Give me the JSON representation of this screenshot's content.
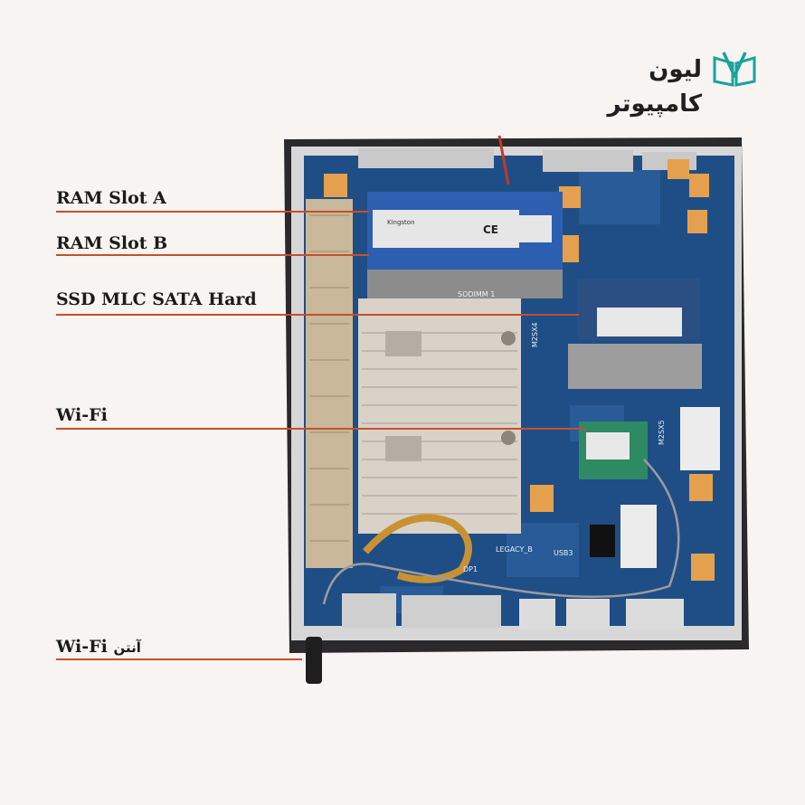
{
  "brand": {
    "name": "لیون کامپیوتر",
    "logo_icon": "book-v-logo-icon",
    "accent_color": "#1aa39a"
  },
  "callouts": [
    {
      "text": "RAM Slot A"
    },
    {
      "text": "RAM Slot B"
    },
    {
      "text": "SSD MLC SATA Hard"
    },
    {
      "text": "Wi-Fi"
    },
    {
      "text": "Wi-Fi",
      "suffix": "آنتن"
    }
  ],
  "board_labels": {
    "sodimm": "SODIMM 1",
    "m2_ssd": "M2SX4",
    "m2_wifi": "M2SX5",
    "legacy": "LEGACY_B",
    "usb": "USB3",
    "dp": "DP1",
    "ram_sticker_brand": "Kingston",
    "ram_sticker_ce": "CE"
  },
  "colors": {
    "leader_line": "#c6502a",
    "pcb": "#1f4e86",
    "heatsink": "#d9d2c9",
    "case": "#2a2a2c"
  }
}
